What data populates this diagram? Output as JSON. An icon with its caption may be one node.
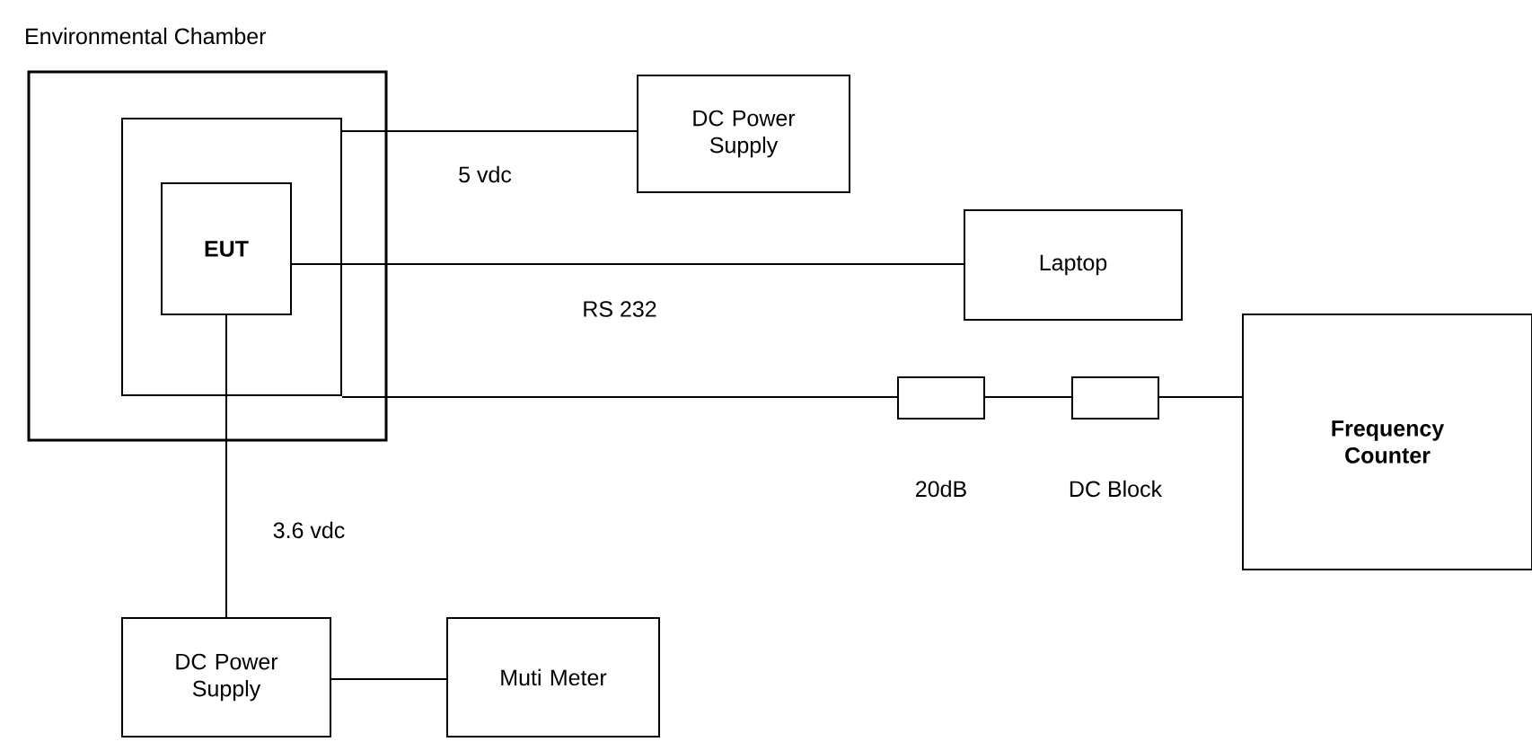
{
  "diagram": {
    "nodes": [
      {
        "text": [
          "Environmental Chamber"
        ]
      },
      {
        "text": [],
        "shape": "box",
        "in": 0
      },
      {
        "text": [
          "EUT"
        ],
        "in": 1
      },
      {
        "text": [
          "DC Power Supply"
        ]
      },
      {
        "text": [
          "Laptop"
        ]
      },
      {
        "text": [],
        "shape": "box",
        "beside": [
          "20dB"
        ]
      },
      {
        "text": [],
        "shape": "box",
        "beside": [
          "DC Block"
        ]
      },
      {
        "text": [
          "Frequency Counter"
        ]
      },
      {
        "text": [
          "DC Power Supply"
        ]
      },
      {
        "text": [
          "Muti Meter"
        ]
      }
    ],
    "edges": [
      {
        "from": 1,
        "to": 3,
        "arrow": "none",
        "label": "5 vdc"
      },
      {
        "from": 2,
        "to": 4,
        "arrow": "none",
        "label": "RS 232"
      },
      {
        "from": 1,
        "to": 5,
        "arrow": "none"
      },
      {
        "from": 5,
        "to": 6,
        "arrow": "none"
      },
      {
        "from": 6,
        "to": 7,
        "arrow": "none"
      },
      {
        "from": 2,
        "to": 8,
        "arrow": "none",
        "label": "3.6 vdc"
      },
      {
        "from": 8,
        "to": 9,
        "arrow": "none"
      }
    ]
  }
}
